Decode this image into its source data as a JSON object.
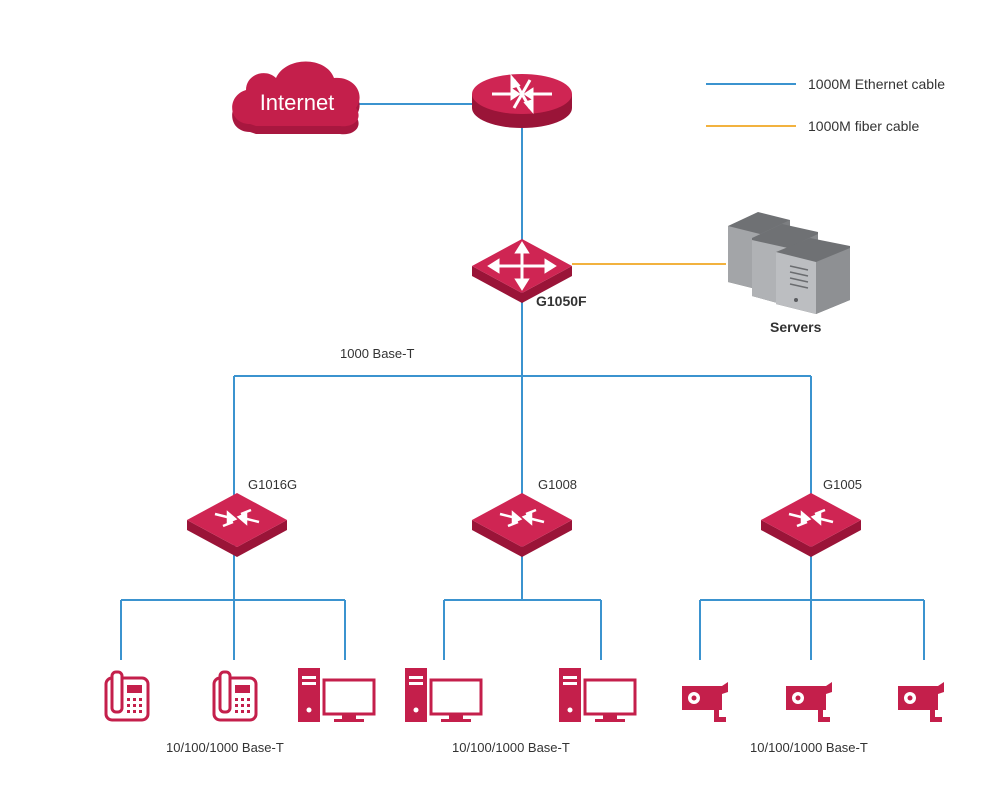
{
  "colors": {
    "ethernet": "#3b93cf",
    "fiber": "#f2b23f",
    "device": "#c41f4b",
    "device_dark": "#9a1438",
    "device_top": "#d72e5a",
    "server": "#8a8c8f"
  },
  "legend": {
    "ethernet_label": "1000M Ethernet cable",
    "fiber_label": "1000M fiber cable"
  },
  "cloud": {
    "label": "Internet",
    "icon": "cloud-icon"
  },
  "router": {
    "icon": "router-icon"
  },
  "core_switch": {
    "label": "G1050F",
    "icon": "core-switch-icon"
  },
  "servers": {
    "label": "Servers",
    "icon": "server-rack-icon"
  },
  "uplink_label": "1000 Base-T",
  "access_switches": [
    {
      "label": "G1016G",
      "icon": "switch-icon"
    },
    {
      "label": "G1008",
      "icon": "switch-icon"
    },
    {
      "label": "G1005",
      "icon": "switch-icon"
    }
  ],
  "endpoint_labels": [
    "10/100/1000 Base-T",
    "10/100/1000 Base-T",
    "10/100/1000 Base-T"
  ],
  "endpoints": [
    {
      "type": "ip-phone",
      "icon": "ip-phone-icon"
    },
    {
      "type": "ip-phone",
      "icon": "ip-phone-icon"
    },
    {
      "type": "desktop-pc",
      "icon": "desktop-pc-icon"
    },
    {
      "type": "desktop-pc",
      "icon": "desktop-pc-icon"
    },
    {
      "type": "desktop-pc",
      "icon": "desktop-pc-icon"
    },
    {
      "type": "ip-camera",
      "icon": "ip-camera-icon"
    },
    {
      "type": "ip-camera",
      "icon": "ip-camera-icon"
    },
    {
      "type": "ip-camera",
      "icon": "ip-camera-icon"
    }
  ]
}
